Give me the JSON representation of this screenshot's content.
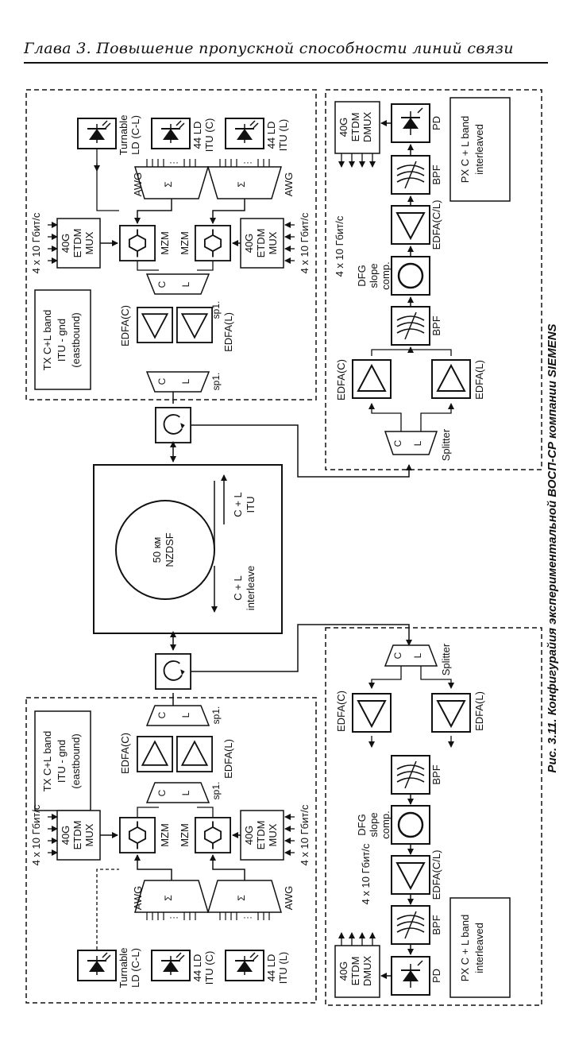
{
  "header": {
    "chapter_title": "Глава 3. Повышение пропускной способности линий связи"
  },
  "caption": "Рис. 3.11. Конфигурайия экспериментальной ВОСП-СР компании SIEMENS",
  "fiber": {
    "label_line1": "50 км",
    "label_line2": "NZDSF",
    "dir_top_line1": "C + L",
    "dir_top_line2": "ITU",
    "dir_bottom_line1": "C + L",
    "dir_bottom_line2": "interleave"
  },
  "tx": {
    "title_line1": "TX C+L band",
    "title_line2": "ITU - gnd",
    "title_line3": "(eastbound)",
    "rate_label": "4 x 10 Гбит/с",
    "mux_line1": "40G",
    "mux_line2": "ETDM",
    "mux_line3": "MUX",
    "mzm": "MZM",
    "awg": "AWG",
    "sigma": "Σ",
    "sp_label": "sp1.",
    "edfa_c": "EDFA(C)",
    "edfa_l": "EDFA(L)",
    "c": "C",
    "l": "L",
    "ld_tunable_line1": "Turnable",
    "ld_tunable_line2": "LD (C-L)",
    "ld_c_line1": "44 LD",
    "ld_c_line2": "ITU (C)",
    "ld_l_line1": "44 LD",
    "ld_l_line2": "ITU (L)",
    "dots": "···"
  },
  "rx": {
    "title_line1": "PX C + L band",
    "title_line2": "interleaved",
    "rate_label": "4 x 10 Гбит/с",
    "dmux_line1": "40G",
    "dmux_line2": "ETDM",
    "dmux_line3": "DMUX",
    "pd": "PD",
    "bpf": "BPF",
    "edfa_cl": "EDFA(C/L)",
    "dfg_line1": "DFG",
    "dfg_line2": "slope",
    "dfg_line3": "comp.",
    "edfa_c": "EDFA(C)",
    "edfa_l": "EDFA(L)",
    "splitter": "Splitter",
    "c": "C",
    "l": "L"
  }
}
